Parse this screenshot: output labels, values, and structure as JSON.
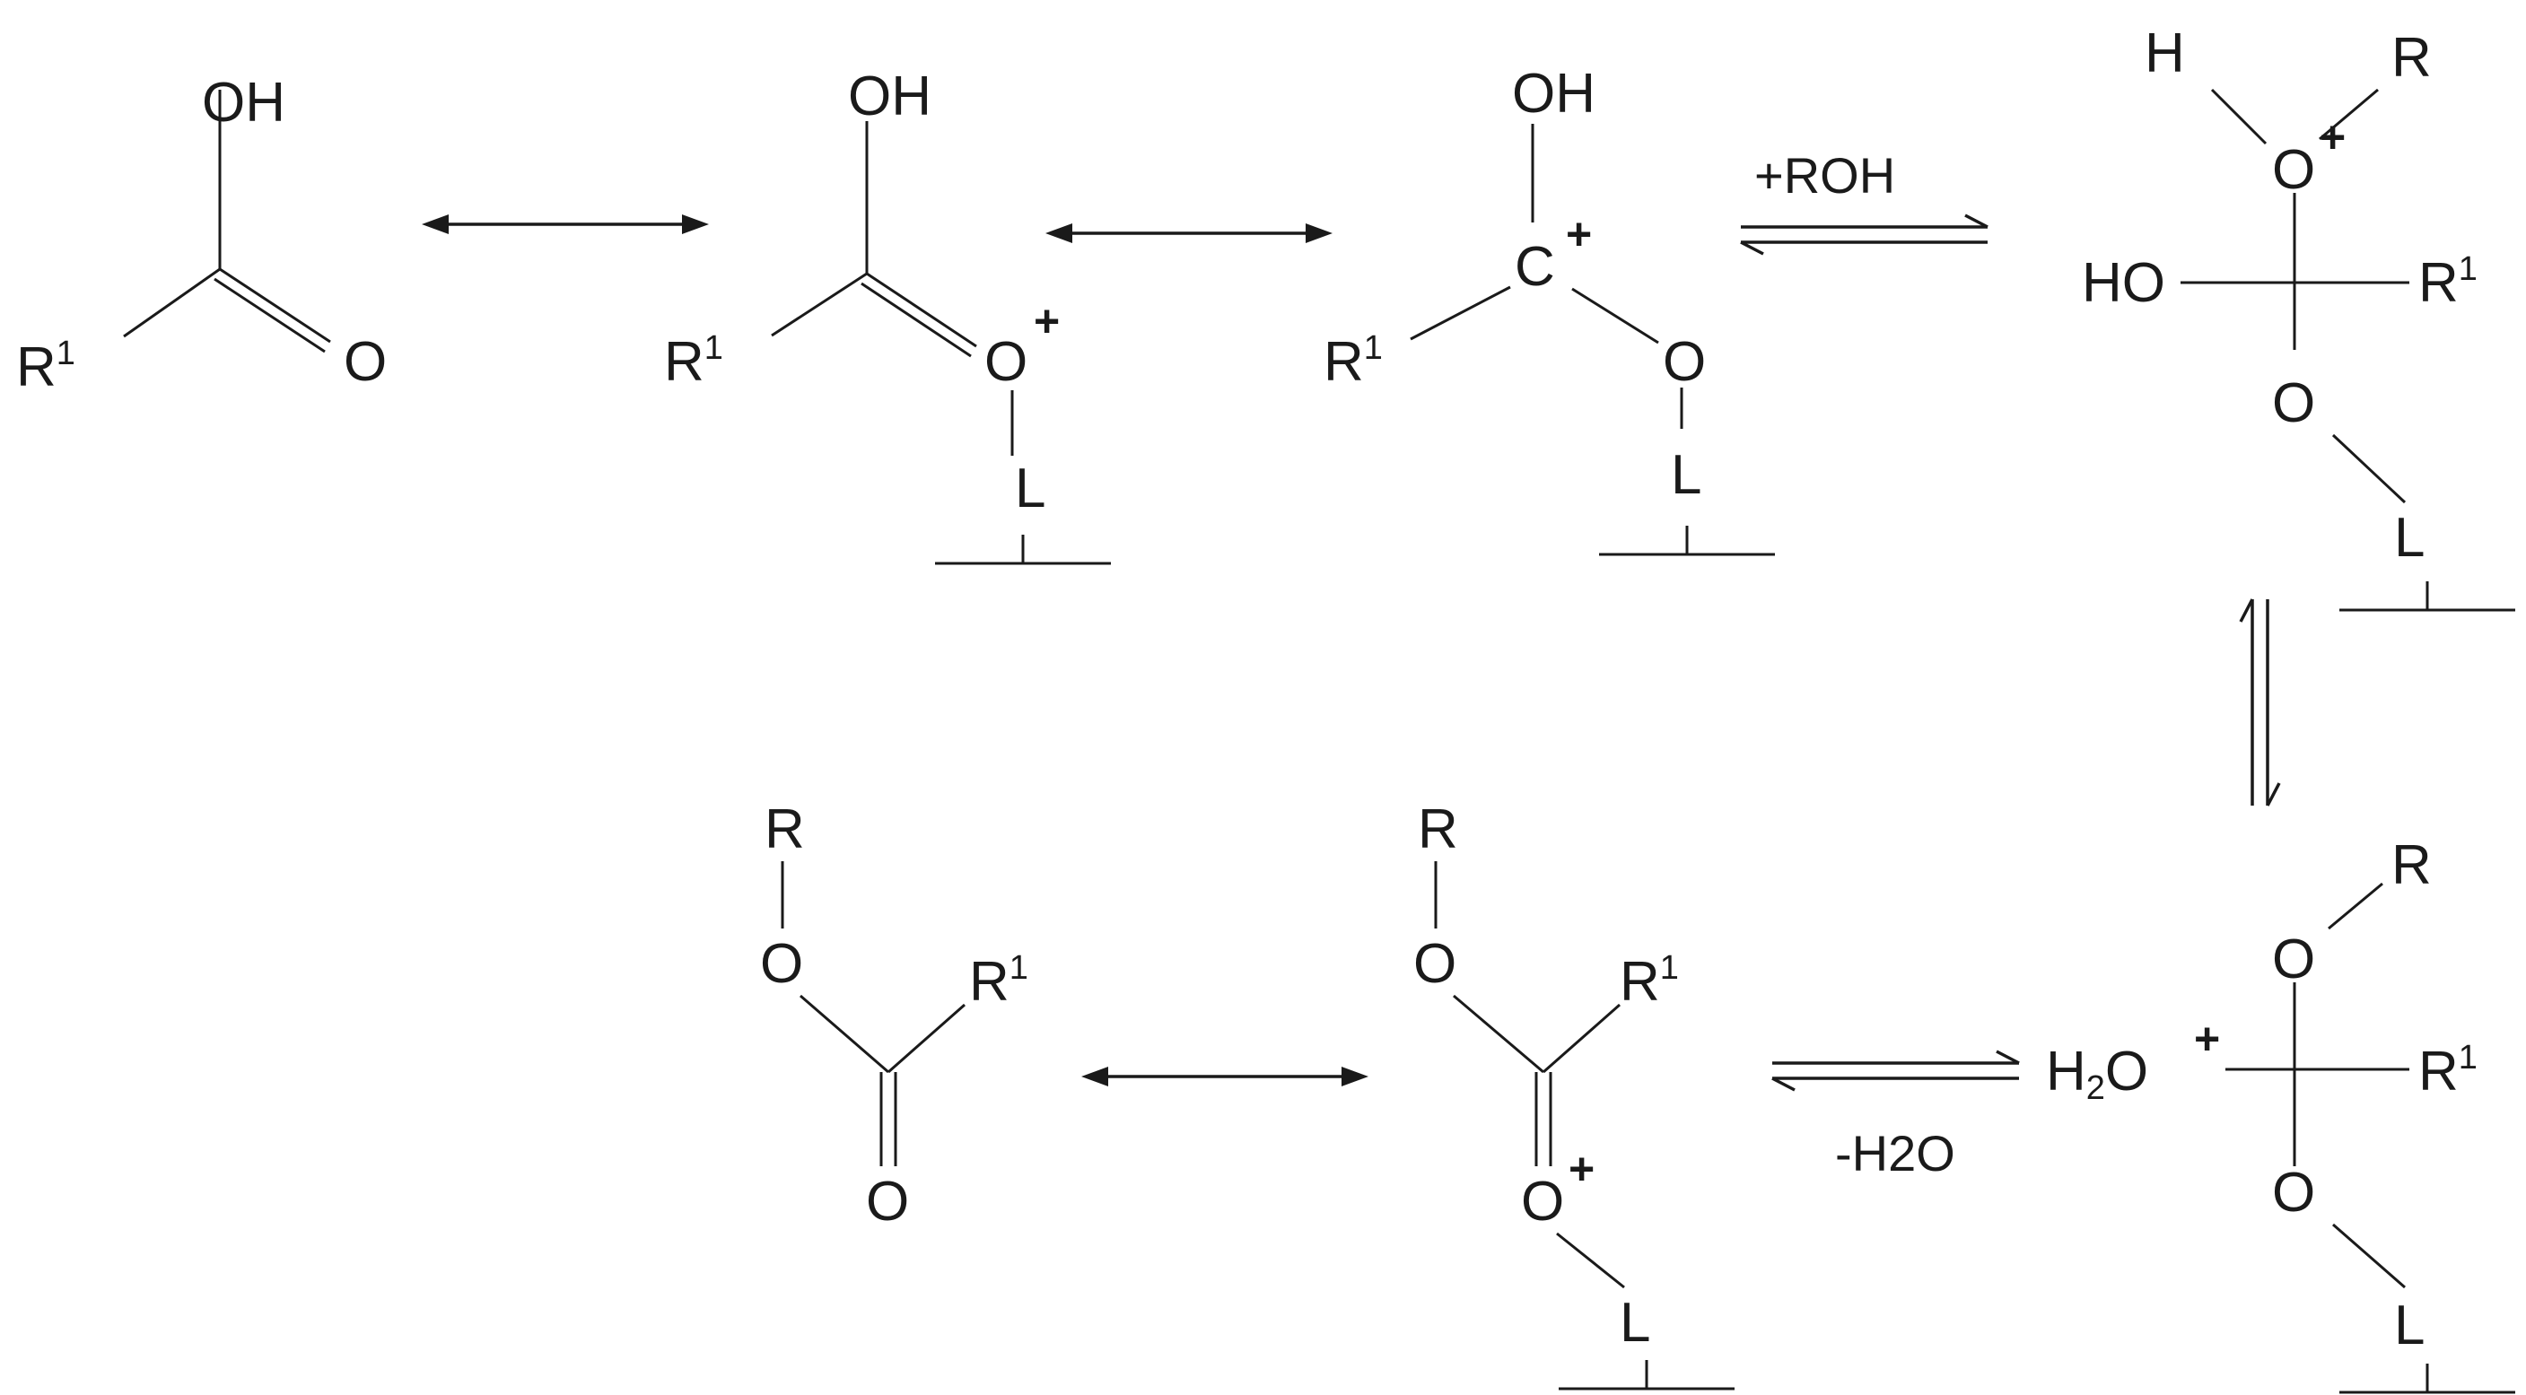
{
  "atoms": {
    "oh": "OH",
    "ho": "HO",
    "o": "O",
    "r": "R",
    "r1_base": "R",
    "r1_sup": "1",
    "c": "C",
    "l": "L",
    "h": "H",
    "h2o_h": "H",
    "h2o_2": "2",
    "h2o_o": "O",
    "plus": "+"
  },
  "conditions": {
    "add_alcohol": "+ROH",
    "remove_water": "-H2O"
  }
}
